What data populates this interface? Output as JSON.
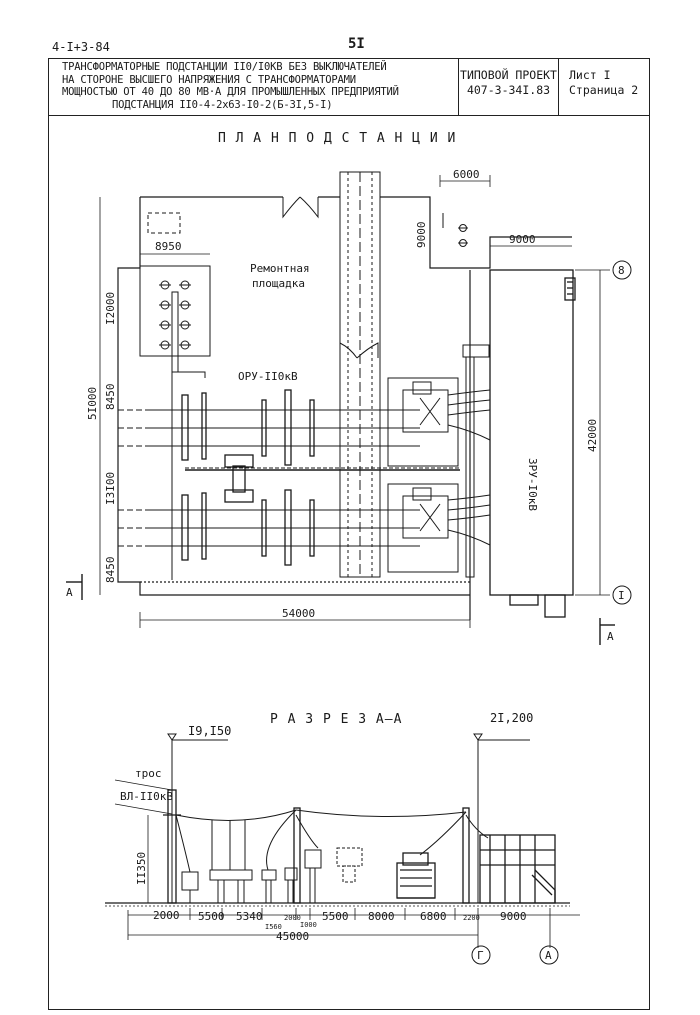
{
  "header": {
    "code": "4-I+3-84",
    "page_number": "5I"
  },
  "title_block": {
    "lines": [
      "ТРАНСФОРМАТОРНЫЕ ПОДСТАНЦИИ II0/I0КВ БЕЗ ВЫКЛЮЧАТЕЛЕЙ",
      "НА СТОРОНЕ ВЫСШЕГО НАПРЯЖЕНИЯ С ТРАНСФОРМАТОРАМИ",
      "МОЩНОСТЬЮ ОТ 40 ДО 80 МВ·А ДЛЯ ПРОМЫШЛЕННЫХ ПРЕДПРИЯТИЙ",
      "ПОДСТАНЦИЯ II0-4-2х63-I0-2(Б-3I,5-I)"
    ],
    "project_label": "ТИПОВОЙ ПРОЕКТ",
    "project_number": "407-3-34I.83",
    "sheet": "Лист I",
    "page": "Страница 2"
  },
  "plan": {
    "heading": "П Л А Н   П О Д С Т А Н Ц И И",
    "repair_area_line1": "Ремонтная",
    "repair_area_line2": "площадка",
    "oru_label": "ОРУ-II0кВ",
    "zru_label": "ЗРУ-I0кВ",
    "dims": {
      "d6000": "6000",
      "d9000_v": "9000",
      "d9000_h": "9000",
      "d8950": "8950",
      "d12000": "I2000",
      "d8450a": "8450",
      "d51000": "5I000",
      "d13100": "I3I00",
      "d8450b": "8450",
      "d42000": "42000",
      "d54000": "54000"
    },
    "axis_8": "8",
    "axis_1": "I",
    "section_mark_left": "А",
    "section_mark_right": "А"
  },
  "section": {
    "heading": "Р А З Р Е З   А–А",
    "elev_left": "I9,I50",
    "elev_right": "2I,200",
    "cable_label": "трос",
    "line_label": "ВЛ-II0кВ",
    "height_dim": "II350",
    "dims": {
      "d2000": "2000",
      "d5500a": "5500",
      "d5340": "5340",
      "d2000b": "2000",
      "d5500b": "5500",
      "d8000": "8000",
      "d6800": "6800",
      "d2200": "2200",
      "d9000": "9000",
      "d1560": "I560",
      "d1000": "I000",
      "total": "45000"
    },
    "axis_g": "Г",
    "axis_a": "А"
  }
}
